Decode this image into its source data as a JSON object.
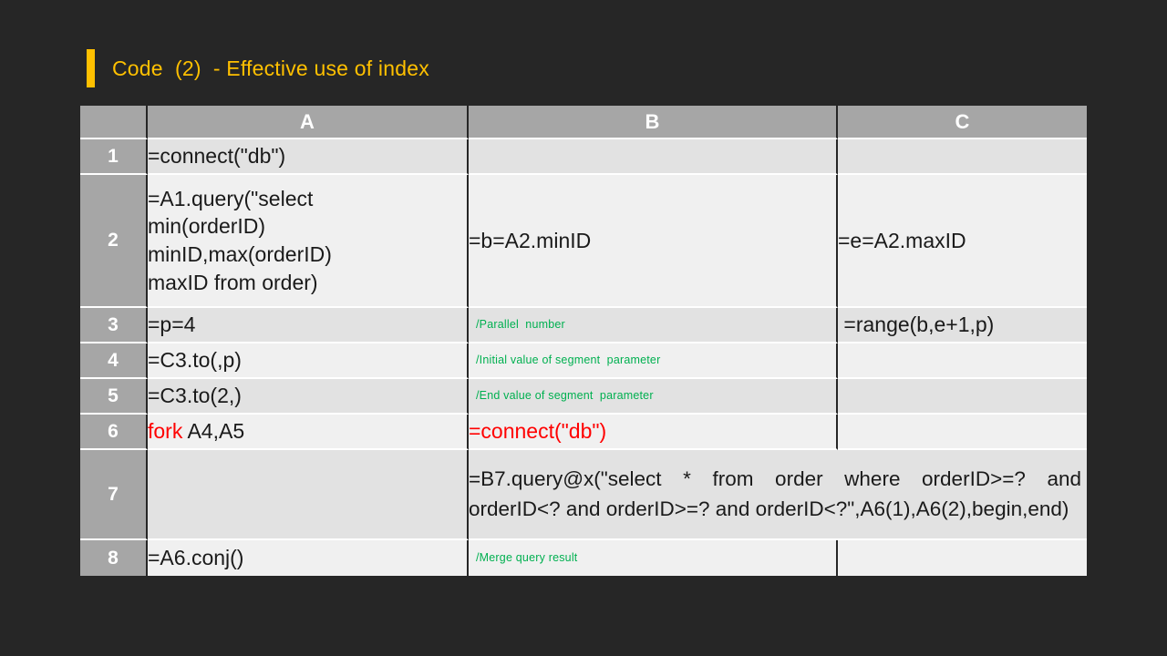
{
  "slide": {
    "background_color": "#262626",
    "accent_color": "#ffc000",
    "title": "Code  (2)  - Effective use of index"
  },
  "table": {
    "corner_label": "",
    "column_headers": [
      "A",
      "B",
      "C"
    ],
    "row_headers": [
      "1",
      "2",
      "3",
      "4",
      "5",
      "6",
      "7",
      "8"
    ],
    "comment_color": "#00b050",
    "keyword_color": "#ff0000",
    "rows": [
      {
        "num": "1",
        "a": "=connect(\"db\")",
        "b": "",
        "c": ""
      },
      {
        "num": "2",
        "a": "=A1.query(\"select\nmin(orderID)\nminID,max(orderID)\nmaxID from order)",
        "b": "=b=A2.minID",
        "c": "=e=A2.maxID"
      },
      {
        "num": "3",
        "a": "=p=4",
        "b": "/Parallel  number",
        "c": " =range(b,e+1,p)"
      },
      {
        "num": "4",
        "a": "=C3.to(,p)",
        "b": "/Initial value of segment  parameter",
        "c": ""
      },
      {
        "num": "5",
        "a": "=C3.to(2,)",
        "b": "/End value of segment  parameter",
        "c": ""
      },
      {
        "num": "6",
        "a_keyword": "fork",
        "a_rest": " A4,A5",
        "b": "=connect(\"db\")",
        "c": ""
      },
      {
        "num": "7",
        "a": "",
        "b": "=B7.query@x(\"select * from order where orderID>=? and orderID<? and orderID>=? and orderID<?\",A6(1),A6(2),begin,end)",
        "c": ""
      },
      {
        "num": "8",
        "a": "=A6.conj()",
        "b": "/Merge query result",
        "c": ""
      }
    ]
  }
}
